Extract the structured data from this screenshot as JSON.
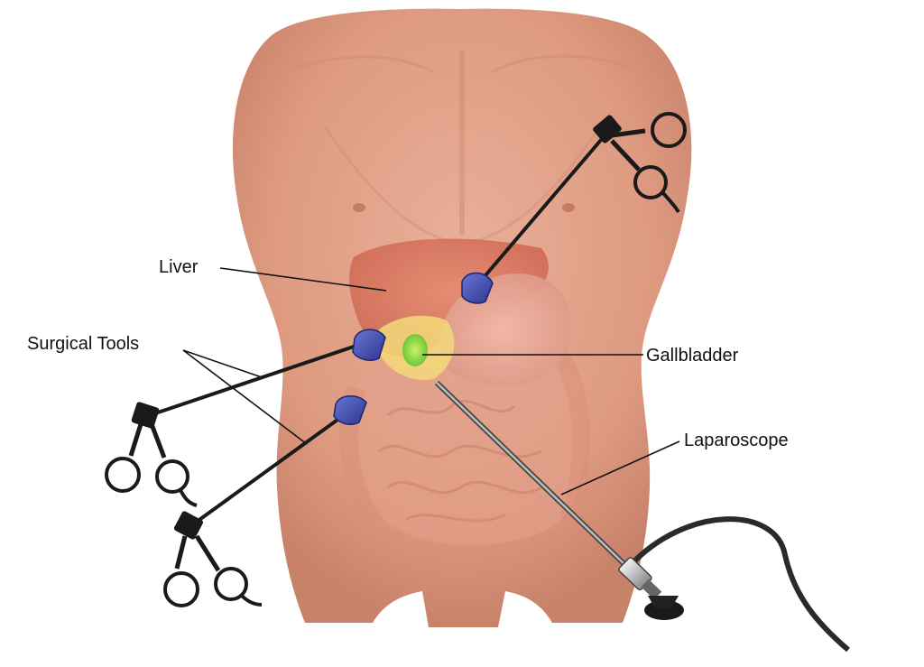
{
  "labels": {
    "liver": "Liver",
    "surgical_tools": "Surgical Tools",
    "gallbladder": "Gallbladder",
    "laparoscope": "Laparoscope"
  },
  "colors": {
    "skin": "#dd9a80",
    "skin_dark": "#c97d64",
    "liver": "#d9755e",
    "stomach": "#e6a493",
    "intestine": "#e3a08c",
    "gallbladder": "#8fd43a",
    "fat": "#f3d97a",
    "port": "#3d49a8",
    "instrument": "#1a1a1a",
    "leader_line": "#111111"
  },
  "icons": [
    "grasper-forceps-icon",
    "laparoscope-icon",
    "trocar-port-icon"
  ]
}
